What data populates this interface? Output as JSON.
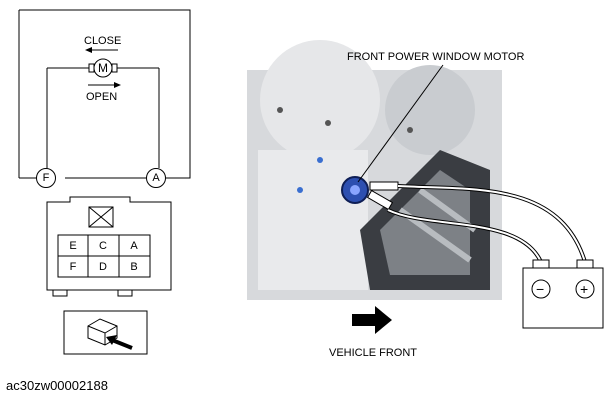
{
  "circuit": {
    "close_label": "CLOSE",
    "open_label": "OPEN",
    "motor_symbol": "M",
    "terminal_left": "F",
    "terminal_right": "A"
  },
  "connector": {
    "pins_top": [
      "E",
      "C",
      "A"
    ],
    "pins_bottom": [
      "F",
      "D",
      "B"
    ]
  },
  "photo": {
    "callout_label": "FRONT POWER WINDOW MOTOR",
    "direction_label": "VEHICLE FRONT",
    "battery_negative": "−",
    "battery_positive": "+"
  },
  "footer": {
    "image_code": "ac30zw00002188"
  }
}
